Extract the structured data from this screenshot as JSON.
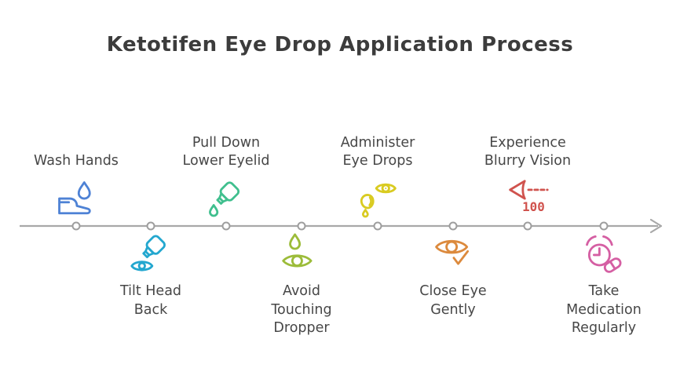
{
  "title": "Ketotifen Eye Drop Application Process",
  "colors": {
    "title_text": "#3c3c3c",
    "label_text": "#474747",
    "timeline": "#a8a8a8",
    "node_fill": "#ffffff",
    "node_stroke": "#9e9e9e"
  },
  "timeline": {
    "direction": "left-to-right",
    "node_count": 8
  },
  "steps": [
    {
      "label": "Wash Hands",
      "lines": [
        "Wash Hands"
      ],
      "position": "above",
      "icon": "wash-hands-icon",
      "color": "#4e82d5"
    },
    {
      "label": "Tilt Head Back",
      "lines": [
        "Tilt Head",
        "Back"
      ],
      "position": "below",
      "icon": "tilted-dropper-over-eye-icon",
      "color": "#23a7cf"
    },
    {
      "label": "Pull Down Lower Eyelid",
      "lines": [
        "Pull Down",
        "Lower Eyelid"
      ],
      "position": "above",
      "icon": "dropper-bottle-drip-icon",
      "color": "#40bf8e"
    },
    {
      "label": "Avoid Touching Dropper",
      "lines": [
        "Avoid",
        "Touching",
        "Dropper"
      ],
      "position": "below",
      "icon": "drop-over-eye-icon",
      "color": "#9cbc3a"
    },
    {
      "label": "Administer Eye Drops",
      "lines": [
        "Administer",
        "Eye Drops"
      ],
      "position": "above",
      "icon": "eye-with-dropper-bulb-icon",
      "color": "#d9cb21"
    },
    {
      "label": "Close Eye Gently",
      "lines": [
        "Close Eye",
        "Gently"
      ],
      "position": "below",
      "icon": "eye-with-checkmark-icon",
      "color": "#dc8a3d"
    },
    {
      "label": "Experience Blurry Vision",
      "lines": [
        "Experience",
        "Blurry Vision"
      ],
      "position": "above",
      "icon": "vision-scale-icon",
      "color": "#d0534e",
      "icon_text": "100"
    },
    {
      "label": "Take Medication Regularly",
      "lines": [
        "Take",
        "Medication",
        "Regularly"
      ],
      "position": "below",
      "icon": "alarm-clock-pill-icon",
      "color": "#d55fa3"
    }
  ]
}
